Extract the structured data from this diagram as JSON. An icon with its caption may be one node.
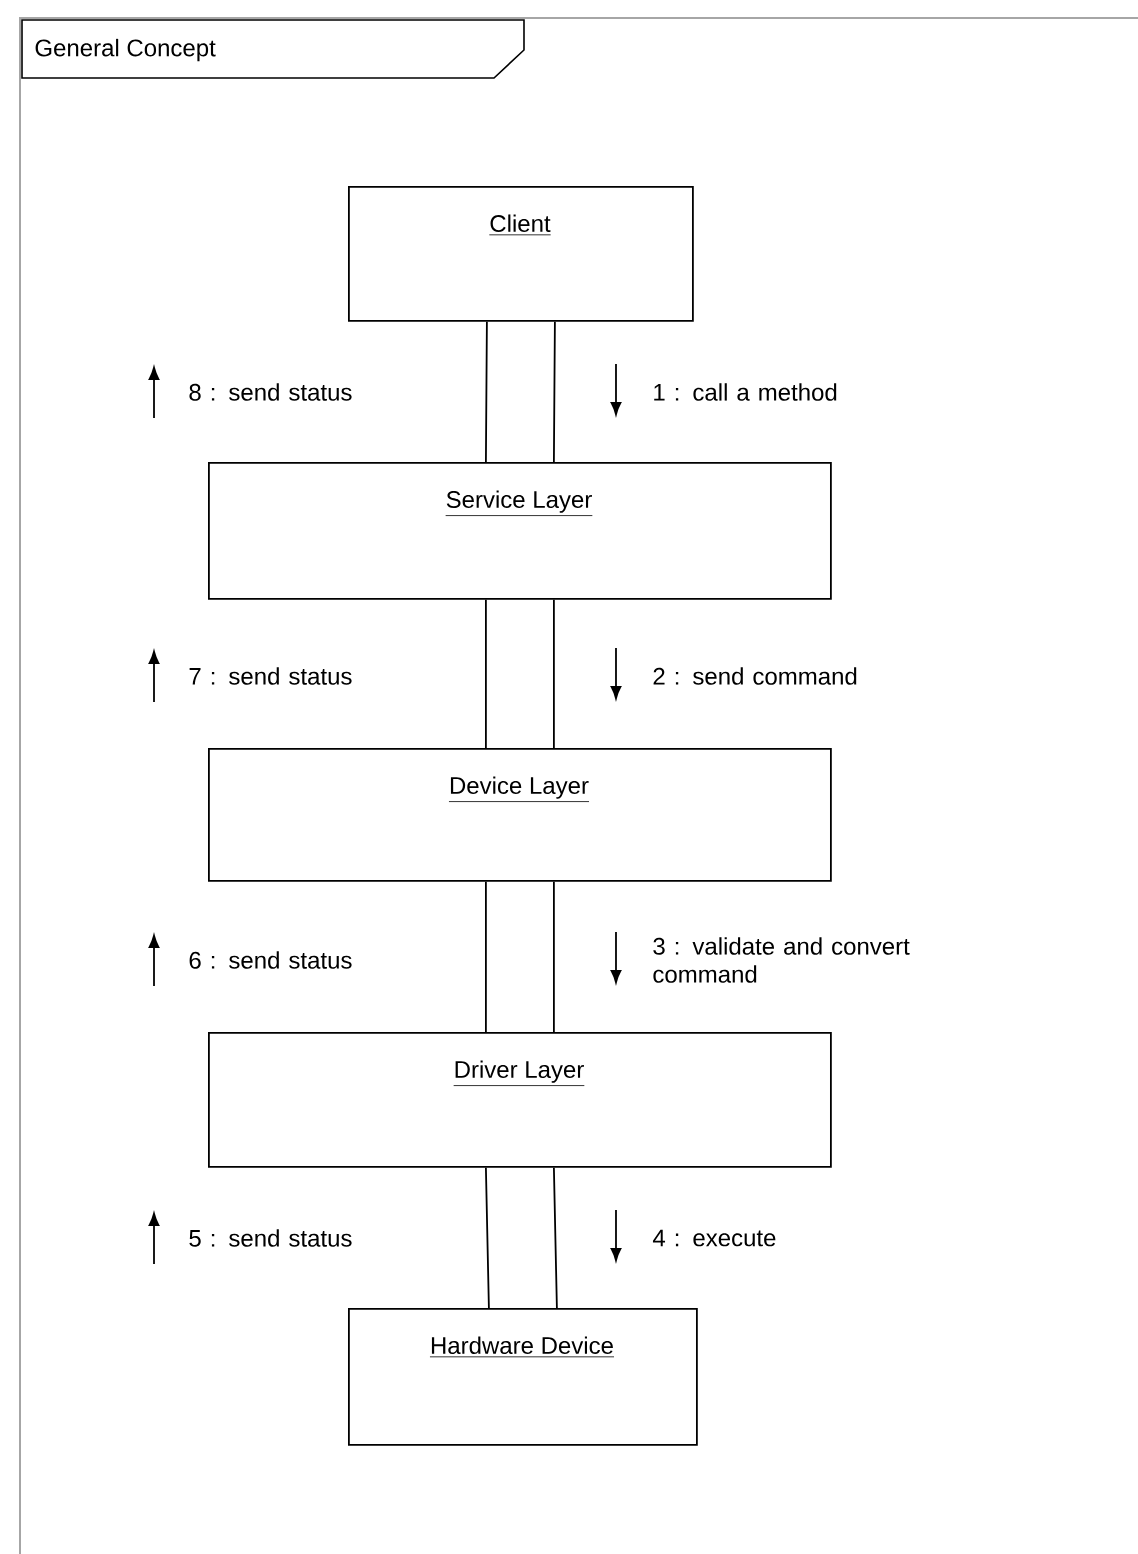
{
  "diagram": {
    "title": "General Concept",
    "nodes": [
      {
        "text": [
          "Client"
        ]
      },
      {
        "text": [
          "Service Layer"
        ]
      },
      {
        "text": [
          "Device Layer"
        ]
      },
      {
        "text": [
          "Driver Layer"
        ]
      },
      {
        "text": [
          "Hardware Device"
        ]
      }
    ],
    "edges": [
      {
        "from": 0,
        "to": 1,
        "arrow": "none"
      },
      {
        "from": 1,
        "to": 2,
        "arrow": "none"
      },
      {
        "from": 2,
        "to": 3,
        "arrow": "none"
      },
      {
        "from": 3,
        "to": 4,
        "arrow": "none"
      }
    ],
    "labels": [
      "8 : send status",
      "1 : call a method",
      "7 : send status",
      "2 : send command",
      "6 : send status",
      "3 : validate and convert command",
      "5 : send status",
      "4 : execute"
    ]
  }
}
